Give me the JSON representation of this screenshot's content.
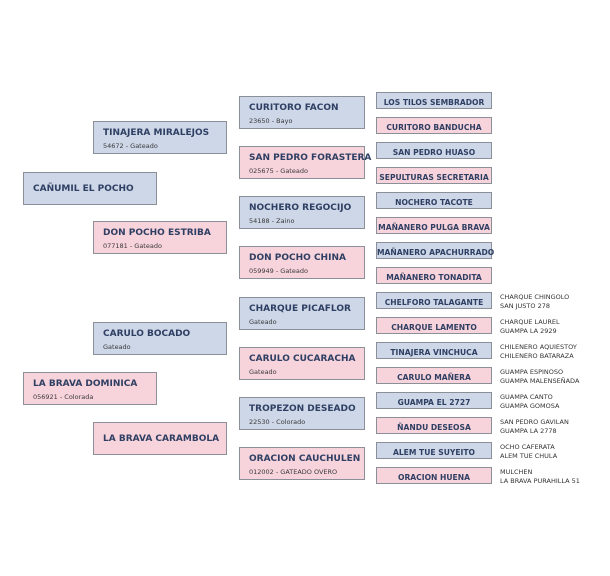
{
  "colors": {
    "male": "#cdd7e8",
    "female": "#f7d3db",
    "border": "#8a8f98"
  },
  "subject": {
    "name": "CAÑUMIL EL POCHO"
  },
  "gen1": {
    "sire": {
      "name": "TINAJERA MIRALEJOS",
      "info": "54672 - Gateado"
    },
    "dam": {
      "name": "DON POCHO ESTRIBA",
      "info": "077181 - Gateado"
    }
  },
  "gen1b": {
    "sire": {
      "name": "CARULO BOCADO",
      "info": "Gateado"
    },
    "dam": {
      "name": "LA BRAVA DOMINICA",
      "info": "056921 - Colorada"
    },
    "dam2": {
      "name": "LA BRAVA CARAMBOLA"
    }
  },
  "gen2": [
    {
      "name": "CURITORO FACON",
      "info": "23650 - Bayo"
    },
    {
      "name": "SAN PEDRO FORASTERA",
      "info": "025675 - Gateado"
    },
    {
      "name": "NOCHERO REGOCIJO",
      "info": "54188 - Zaino"
    },
    {
      "name": "DON POCHO CHINA",
      "info": "059949 - Gateado"
    },
    {
      "name": "CHARQUE PICAFLOR",
      "info": "Gateado"
    },
    {
      "name": "CARULO CUCARACHA",
      "info": "Gateado"
    },
    {
      "name": "TROPEZON DESEADO",
      "info": "22530 - Colorado"
    },
    {
      "name": "ORACION CAUCHULEN",
      "info": "012002 - GATEADO OVERO"
    }
  ],
  "gen3": [
    "LOS TILOS SEMBRADOR",
    "CURITORO BANDUCHA",
    "SAN PEDRO HUASO",
    "SEPULTURAS SECRETARIA",
    "NOCHERO TACOTE",
    "MAÑANERO PULGA BRAVA",
    "MAÑANERO APACHURRADO",
    "MAÑANERO TONADITA",
    "CHELFORO TALAGANTE",
    "CHARQUE LAMENTO",
    "TINAJERA VINCHUCA",
    "CARULO MAÑERA",
    "GUAMPA EL 2727",
    "ÑANDU DESEOSA",
    "ALEM TUE SUYEITO",
    "ORACION HUENA"
  ],
  "gen4": [
    [
      "CHARQUE CHINGOLO",
      "SAN JUSTO 278"
    ],
    [
      "CHARQUE LAUREL",
      "GUAMPA LA 2929"
    ],
    [
      "CHILENERO AQUIESTOY",
      "CHILENERO BATARAZA"
    ],
    [
      "GUAMPA ESPINOSO",
      "GUAMPA MALENSEÑADA"
    ],
    [
      "GUAMPA CANTO",
      "GUAMPA GOMOSA"
    ],
    [
      "SAN PEDRO GAVILAN",
      "GUAMPA LA 2778"
    ],
    [
      "OCHO CAFERATA",
      "ALEM TUE CHULA"
    ],
    [
      "MULCHEN",
      "LA BRAVA PURAHILLA 51"
    ]
  ]
}
